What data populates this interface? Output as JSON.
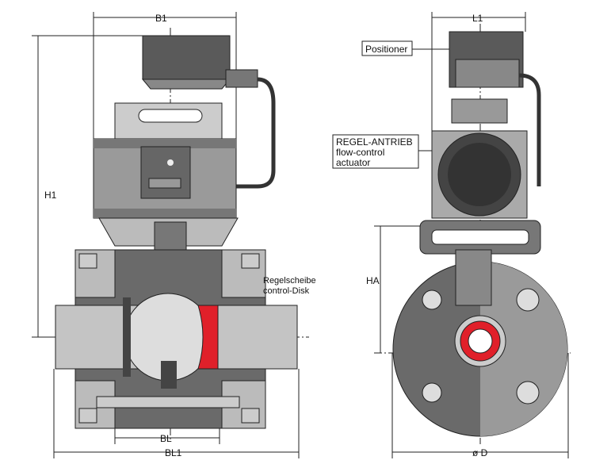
{
  "left_view": {
    "dim_b1": "B1",
    "dim_h1": "H1",
    "dim_bl": "BL",
    "dim_bl1": "BL1",
    "callout_disk_de": "Regelscheibe",
    "callout_disk_en": "control-Disk"
  },
  "right_view": {
    "dim_l1": "L1",
    "positioner": "Positioner",
    "actuator_de": "REGEL-ANTRIEB",
    "actuator_en1": "flow-control",
    "actuator_en2": "actuator",
    "dim_ha": "HA",
    "dim_d": "ø D"
  },
  "colors": {
    "body": "#5a5a5a",
    "light": "#b8b8b8",
    "dark": "#333333",
    "disk": "#e0202a"
  }
}
